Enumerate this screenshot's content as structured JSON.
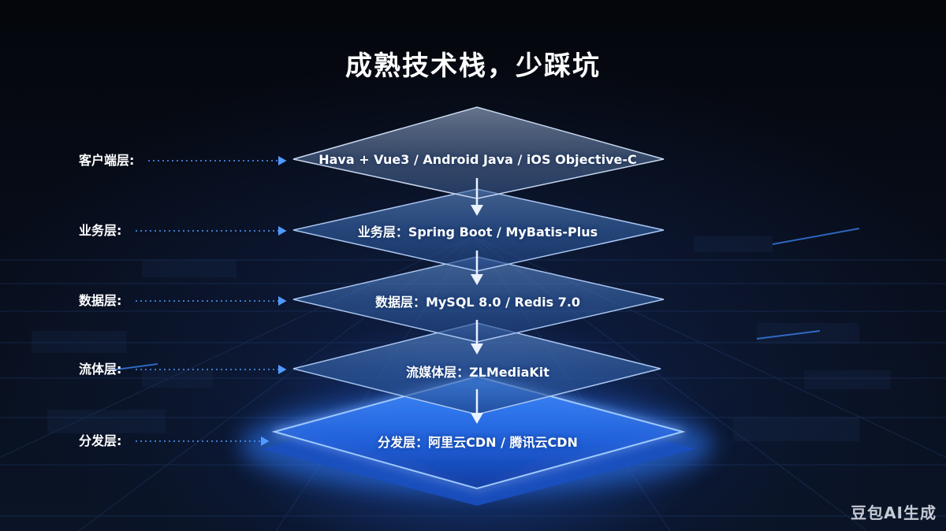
{
  "title": "成熟技术栈，少踩坑",
  "watermark": "豆包AI生成",
  "colors": {
    "accent": "#3d8bff",
    "glow": "#5aa8ff",
    "text": "#ffffff"
  },
  "layers": [
    {
      "side_label": "客户端层:",
      "text": "Hava + Vue3 / Android Java / iOS Objective-C"
    },
    {
      "side_label": "业务层:",
      "text": "业务层：Spring Boot / MyBatis-Plus"
    },
    {
      "side_label": "数据层:",
      "text": "数据层：MySQL 8.0 / Redis 7.0"
    },
    {
      "side_label": "流体层:",
      "text": "流媒体层：ZLMediaKit"
    },
    {
      "side_label": "分发层:",
      "text": "分发层：阿里云CDN / 腾讯云CDN"
    }
  ],
  "icons": {
    "down_arrow": "down-arrow-icon",
    "connector": "dotted-arrow-icon"
  }
}
